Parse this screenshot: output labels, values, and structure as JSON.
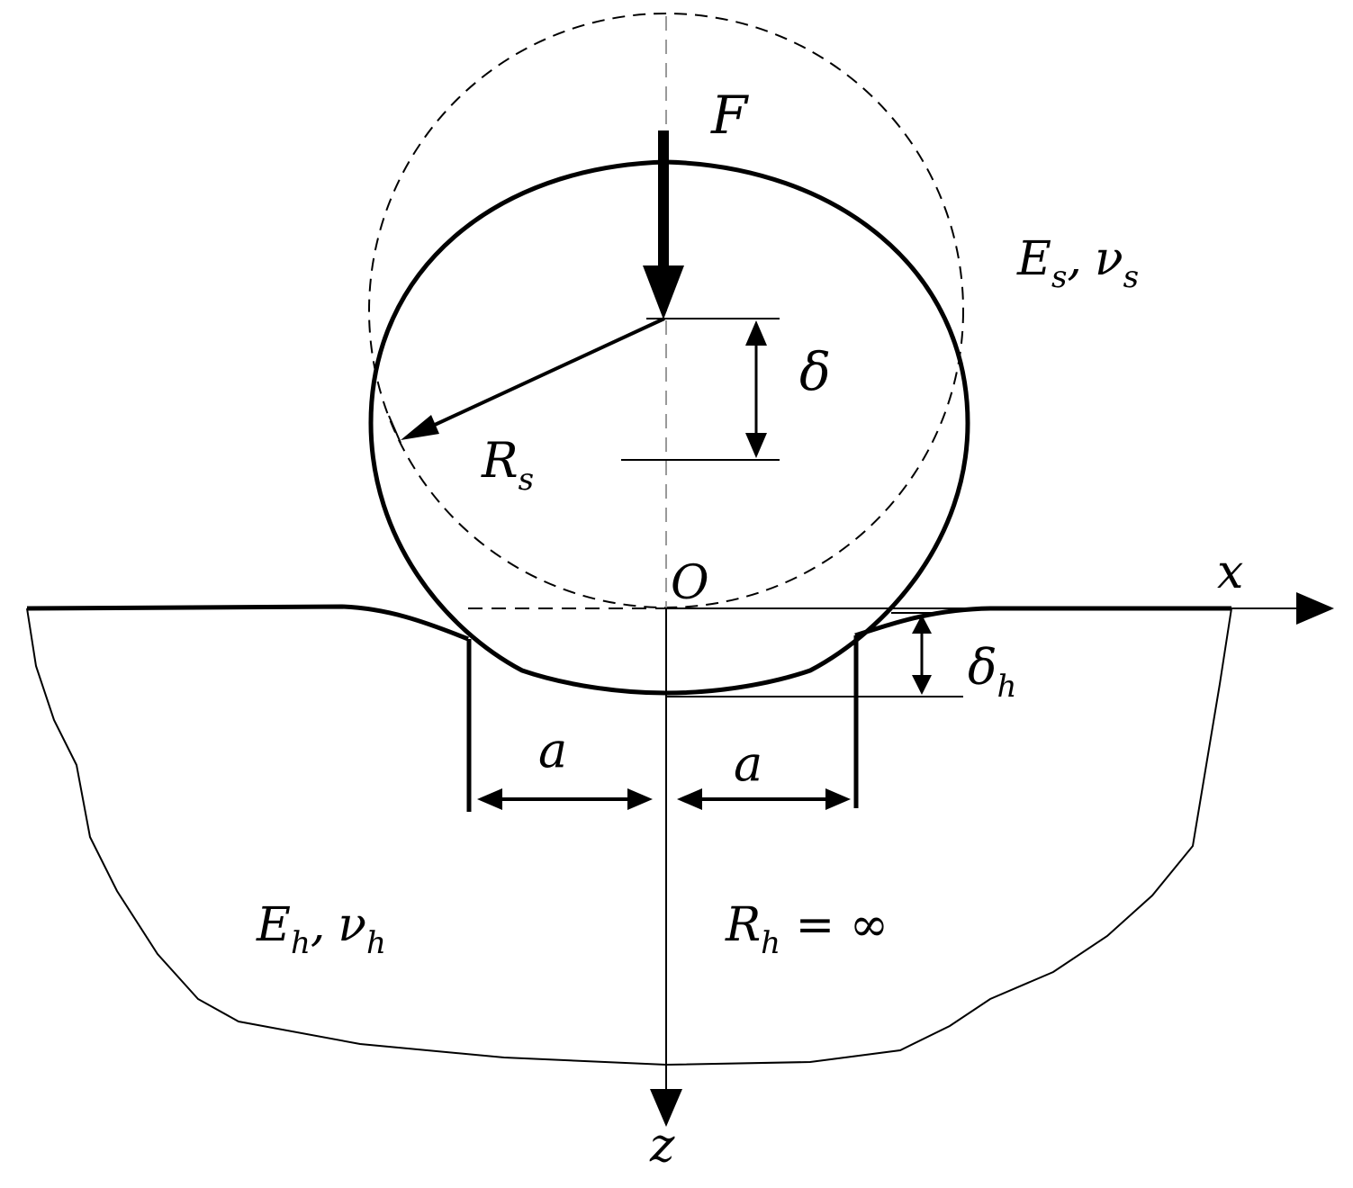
{
  "labels": {
    "force": "F",
    "sphere_material": {
      "E": "E",
      "E_sub": "s",
      "sep": ",",
      "nu": "ν",
      "nu_sub": "s"
    },
    "delta": "δ",
    "sphere_radius": {
      "R": "R",
      "sub": "s"
    },
    "origin": "O",
    "x_axis": "x",
    "z_axis": "z",
    "delta_h": {
      "d": "δ",
      "sub": "h"
    },
    "contact_left": "a",
    "contact_right": "a",
    "half_space_material": {
      "E": "E",
      "E_sub": "h",
      "sep": ",",
      "nu": "ν",
      "nu_sub": "h"
    },
    "half_space_radius": {
      "R": "R",
      "sub": "h",
      "rest": " = ∞"
    }
  }
}
